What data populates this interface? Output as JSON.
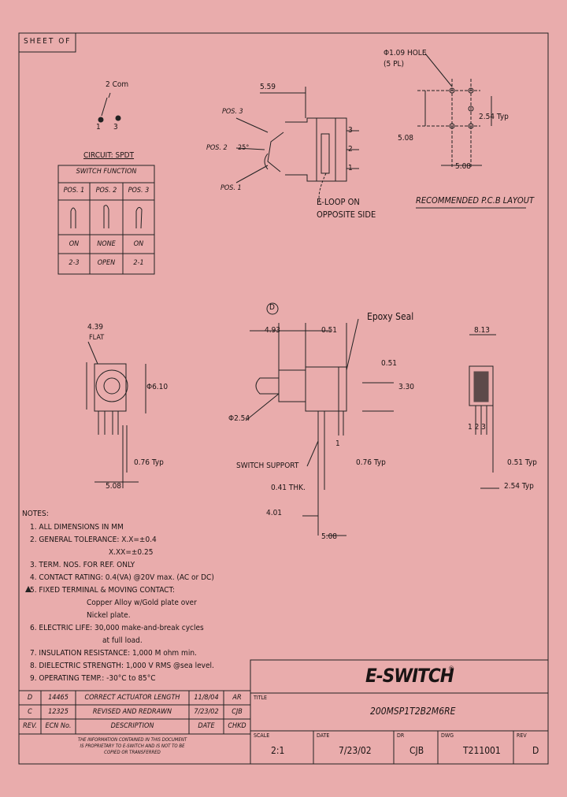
{
  "sheet": "SHEET OF",
  "circuit": {
    "com_label": "2 Com",
    "pin1": "1",
    "pin3": "3",
    "title": "CIRCUIT: SPDT",
    "table_title": "SWITCH FUNCTION",
    "headers": [
      "POS. 1",
      "POS. 2",
      "POS. 3"
    ],
    "states": [
      "ON",
      "NONE",
      "ON"
    ],
    "connections": [
      "2-3",
      "OPEN",
      "2-1"
    ]
  },
  "side_view": {
    "dim": "5.59",
    "pos3": "POS. 3",
    "pos2": "POS. 2",
    "angle": "25°",
    "pos1": "POS. 1",
    "term3": "3",
    "term2": "2",
    "term1": "1",
    "eloop_1": "E-LOOP ON",
    "eloop_2": "OPPOSITE SIDE"
  },
  "pcb": {
    "hole_1": "Φ1.09 HOLE",
    "hole_2": "(5 PL)",
    "dim_254": "2.54 Typ",
    "dim_508_v": "5.08",
    "dim_508_h": "5.08",
    "title": "RECOMMENDED P.C.B LAYOUT"
  },
  "left_view": {
    "dim_439": "4.39",
    "flat": "FLAT",
    "dim_610": "Φ6.10",
    "dim_076": "0.76 Typ",
    "dim_508": "5.08"
  },
  "front_view": {
    "marker": "D",
    "dim_493": "4.93",
    "dim_051a": "0.51",
    "epoxy": "Epoxy Seal",
    "dim_051b": "0.51",
    "dim_330": "3.30",
    "dia_254": "Φ2.54",
    "support": "SWITCH SUPPORT",
    "pin_label": "1",
    "dim_076": "0.76 Typ",
    "thk": "0.41 THK.",
    "dim_401": "4.01",
    "dim_508": "5.08"
  },
  "right_view": {
    "dim_813": "8.13",
    "dim_051": "0.51 Typ",
    "dim_254": "2.54 Typ",
    "pins": "1 2 3"
  },
  "notes": {
    "title": "NOTES:",
    "lines": [
      "1. ALL DIMENSIONS IN MM",
      "2. GENERAL TOLERANCE: X.X=±0.4",
      "X.XX=±0.25",
      "3. TERM. NOS. FOR REF. ONLY",
      "4. CONTACT RATING: 0.4(VA) @20V max. (AC or DC)",
      "5. FIXED TERMINAL & MOVING CONTACT:",
      "Copper Alloy w/Gold plate over",
      "Nickel plate.",
      "6. ELECTRIC LIFE: 30,000 make-and-break cycles",
      "at full load.",
      "7. INSULATION RESISTANCE: 1,000 M ohm min.",
      "8. DIELECTRIC STRENGTH: 1,000 V RMS @sea level.",
      "9. OPERATING TEMP.: -30°C to 85°C"
    ]
  },
  "revisions": {
    "rows": [
      [
        "D",
        "14465",
        "CORRECT ACTUATOR LENGTH",
        "11/8/04",
        "AR"
      ],
      [
        "C",
        "12325",
        "REVISED AND REDRAWN",
        "7/23/02",
        "CJB"
      ]
    ],
    "headers": [
      "REV.",
      "ECN No.",
      "DESCRIPTION",
      "DATE",
      "CHKD"
    ],
    "notice": "THE INFORMATION CONTAINED IN THIS DOCUMENT IS PROPRIETARY TO E-SWITCH AND IS NOT TO BE COPIED OR TRANSFERRED"
  },
  "titleblock": {
    "logo": "E-SWITCH",
    "title_label": "TITLE",
    "title": "200MSP1T2B2M6RE",
    "scale_label": "SCALE",
    "scale": "2:1",
    "date_label": "DATE",
    "date": "7/23/02",
    "dr_label": "DR",
    "dr": "CJB",
    "dwg_label": "DWG",
    "dwg": "T211001",
    "rev_label": "REV",
    "rev": "D"
  }
}
